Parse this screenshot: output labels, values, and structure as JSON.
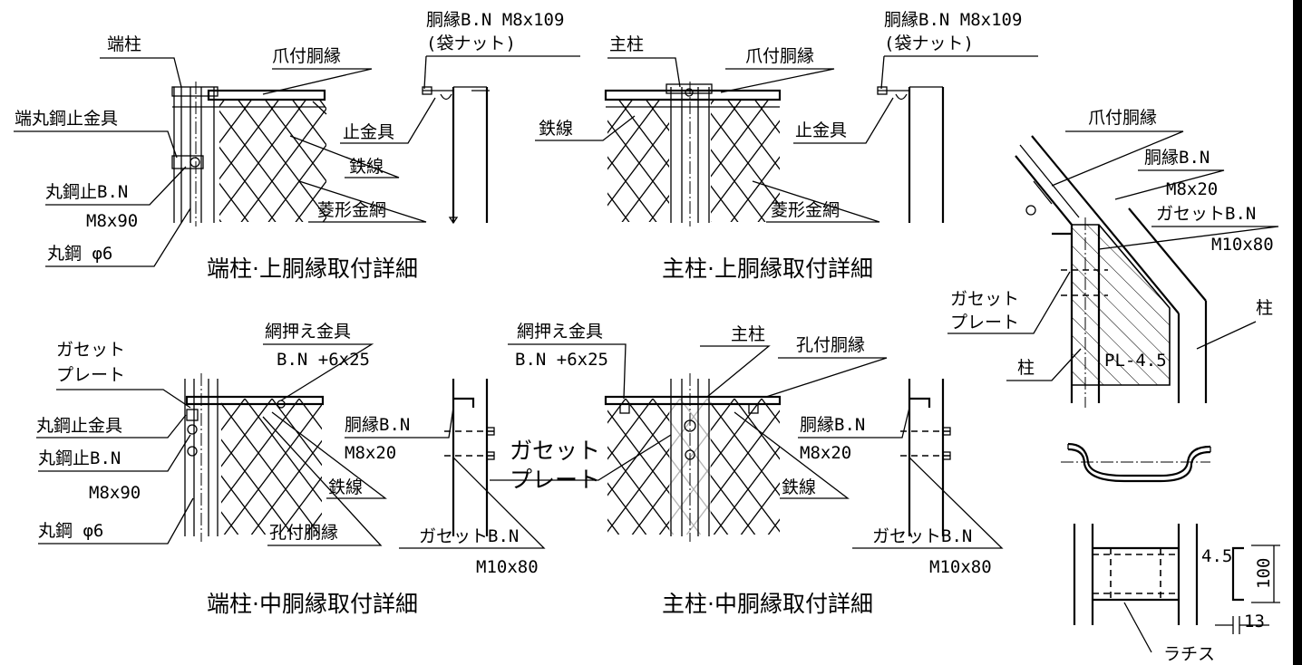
{
  "labels": {
    "tanchu": "端柱",
    "tsumetsuki_doen_1": "爪付胴縁",
    "doen_bn_top1": "胴縁B.N M8x109",
    "fukuro_nut_1": "(袋ナット)",
    "tan_marukou_tomekanagu": "端丸鋼止金具",
    "tomekanagu_1": "止金具",
    "tessen_1": "鉄線",
    "marukou_tome_bn_1": "丸鋼止B.N",
    "m8x90_1": "M8x90",
    "hishigata_kanaami_1": "菱形金網",
    "marukou_phi6_1": "丸鋼 φ6",
    "shuchu_1": "主柱",
    "tsumetsuki_doen_2": "爪付胴縁",
    "doen_bn_top2": "胴縁B.N M8x109",
    "fukuro_nut_2": "(袋ナット)",
    "tessen_2": "鉄線",
    "tomekanagu_2": "止金具",
    "hishigata_kanaami_2": "菱形金網",
    "tsumetsuki_doen_3": "爪付胴縁",
    "doen_bn_side": "胴縁B.N",
    "m8x20_side": "M8x20",
    "gusset_bn_side": "ガセットB.N",
    "m10x80_side": "M10x80",
    "gusset_1": "ガセット",
    "plate_1": "プレート",
    "hashira_1": "柱",
    "hashira_2": "柱",
    "pl45": "PL-4.5",
    "amioshae_kanagu_1": "網押え金具",
    "bn_6x25_1": "B.N +6x25",
    "gusset_2": "ガセット",
    "plate_2": "プレート",
    "marukou_tomekanagu_2": "丸鋼止金具",
    "marukou_tome_bn_2": "丸鋼止B.N",
    "m8x90_2": "M8x90",
    "marukou_phi6_2": "丸鋼 φ6",
    "doen_bn_mid1": "胴縁B.N",
    "m8x20_mid1": "M8x20",
    "tessen_3": "鉄線",
    "anatsuki_doen_1": "孔付胴縁",
    "gusset_bn_mid1": "ガセットB.N",
    "m10x80_mid1": "M10x80",
    "amioshae_kanagu_2": "網押え金具",
    "bn_6x25_2": "B.N +6x25",
    "shuchu_2": "主柱",
    "anatsuki_doen_2": "孔付胴縁",
    "gusset_3": "ガセット",
    "plate_3": "プレート",
    "doen_bn_mid2": "胴縁B.N",
    "m8x20_mid2": "M8x20",
    "tessen_4": "鉄線",
    "gusset_bn_mid2": "ガセットB.N",
    "m10x80_mid2": "M10x80",
    "dim_45": "4.5",
    "dim_100": "100",
    "dim_13": "13",
    "rachisu": "ラチス"
  },
  "titles": {
    "t1": "端柱·上胴縁取付詳細",
    "t2": "主柱·上胴縁取付詳細",
    "t3": "端柱·中胴縁取付詳細",
    "t4": "主柱·中胴縁取付詳細"
  }
}
